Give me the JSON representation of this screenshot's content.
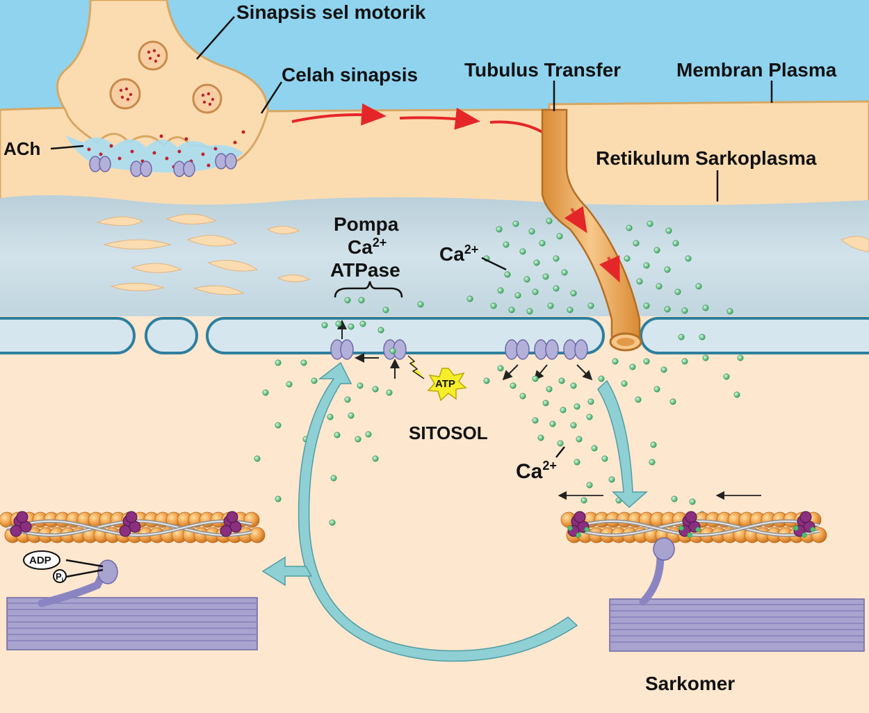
{
  "labels": {
    "motor_synapse": "Sinapsis sel motorik",
    "synaptic_cleft": "Celah sinapsis",
    "t_tubule": "Tubulus Transfer",
    "plasma_membrane": "Membran Plasma",
    "ach": "ACh",
    "sr": "Retikulum Sarkoplasma",
    "pump_line1": "Pompa",
    "pump_ca": "Ca",
    "pump_ca_sup": "2+",
    "pump_line3": "ATPase",
    "ca_sr": "Ca",
    "ca_sr_sup": "2+",
    "atp": "ATP",
    "cytosol": "SITOSOL",
    "ca_cytosol": "Ca",
    "ca_cytosol_sup": "2+",
    "adp": "ADP",
    "pi": "P",
    "pi_sub": "i",
    "sarcomere": "Sarkomer"
  },
  "colors": {
    "extracellular": "#8fd3ef",
    "cytoplasm": "#fde7cf",
    "fiber": "#fbdcb1",
    "sr_fill": "#c8dbe4",
    "sr_border": "#2d7f9e",
    "ttubule": "#f2b56a",
    "signal_arrow": "#e52628",
    "calcium": "#4fbf75",
    "cycle_arrow": "#8fd0d4",
    "actin": "#f0a049",
    "troponin": "#8b2f7f",
    "myosin": "#a8a3cf",
    "atp_burst": "#f6ee2a"
  }
}
